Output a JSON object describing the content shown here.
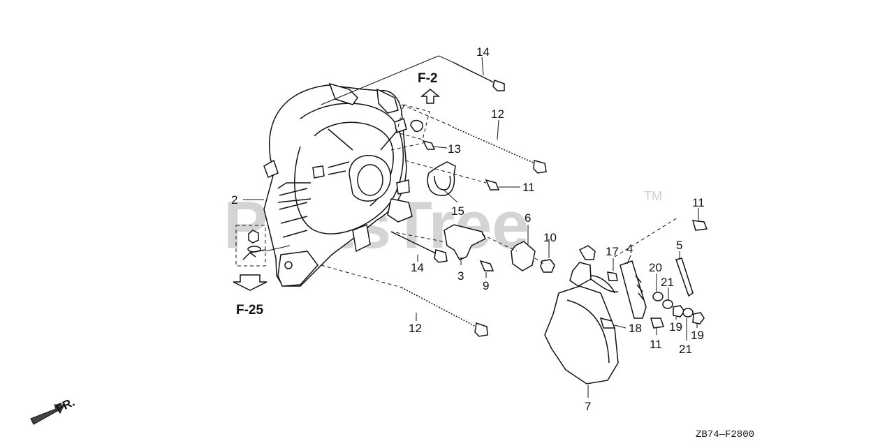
{
  "diagram": {
    "watermark": "PartsTree",
    "trademark": "TM",
    "diagram_code": "ZB74—F2800",
    "front_indicator": "FR.",
    "references": {
      "f2": "F-2",
      "f25": "F-25"
    },
    "callouts": {
      "c14_top": "14",
      "c12_top": "12",
      "c13": "13",
      "c11_mid": "11",
      "c15": "15",
      "c2": "2",
      "c6": "6",
      "c10": "10",
      "c11_right": "11",
      "c17": "17",
      "c4": "4",
      "c5": "5",
      "c14_mid": "14",
      "c3": "3",
      "c9": "9",
      "c20": "20",
      "c21_a": "21",
      "c19_a": "19",
      "c19_b": "19",
      "c18": "18",
      "c11_low": "11",
      "c21_b": "21",
      "c12_bottom": "12",
      "c7": "7"
    }
  }
}
